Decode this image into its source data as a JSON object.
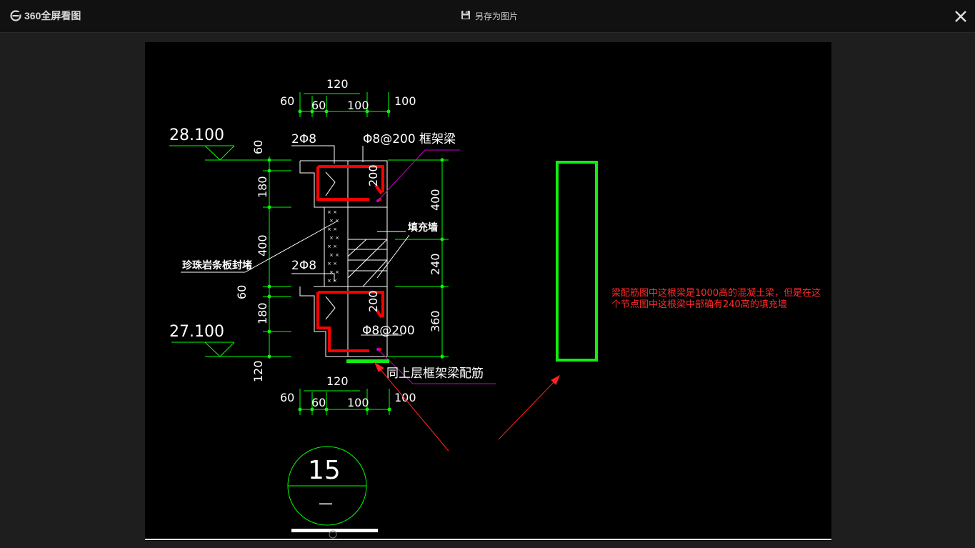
{
  "app": {
    "title": "360全屏看图",
    "save_label": "另存为图片"
  },
  "icons": {
    "logo": "e-browser-logo-icon",
    "save": "floppy-disk-icon",
    "close": "close-icon"
  },
  "colors": {
    "topbar": "#111111",
    "background": "#1e1e1e",
    "canvas": "#000000",
    "dimension": "#00ff00",
    "rebar": "#ff0000",
    "leader": "#cc00cc",
    "annotation": "#ff2a2a",
    "highlight": "#11ee11"
  },
  "drawing": {
    "dims": {
      "top_overall": "120",
      "top_left": "60",
      "top_mid_small": "60",
      "top_mid": "100",
      "top_right": "100",
      "bottom_overall": "120",
      "bottom_left": "60",
      "bottom_mid_small": "60",
      "bottom_mid": "100",
      "bottom_right": "100",
      "left_60_top": "60",
      "left_180_top": "180",
      "left_400": "400",
      "left_60_mid": "60",
      "left_180_bot": "180",
      "left_120": "120",
      "right_400": "400",
      "right_240": "240",
      "right_360": "360",
      "beam_200_top": "200",
      "beam_200_bot": "200"
    },
    "labels": {
      "elev_top": "28.100",
      "elev_bottom": "27.100",
      "rebar_top": "2Φ8",
      "rebar_mid": "2Φ8",
      "stirrup_top": "Φ8@200 框架梁",
      "stirrup_bot": "Φ8@200",
      "infill_wall": "填充墙",
      "perlite": "珍珠岩条板封堵",
      "same_as_upper": "同上层框架梁配筋",
      "detail_number": "15",
      "detail_sub": "—"
    },
    "annotation": "梁配筋图中这根梁是1000高的混凝土梁，但是在这个节点图中这根梁中部确有240高的填充墙"
  }
}
